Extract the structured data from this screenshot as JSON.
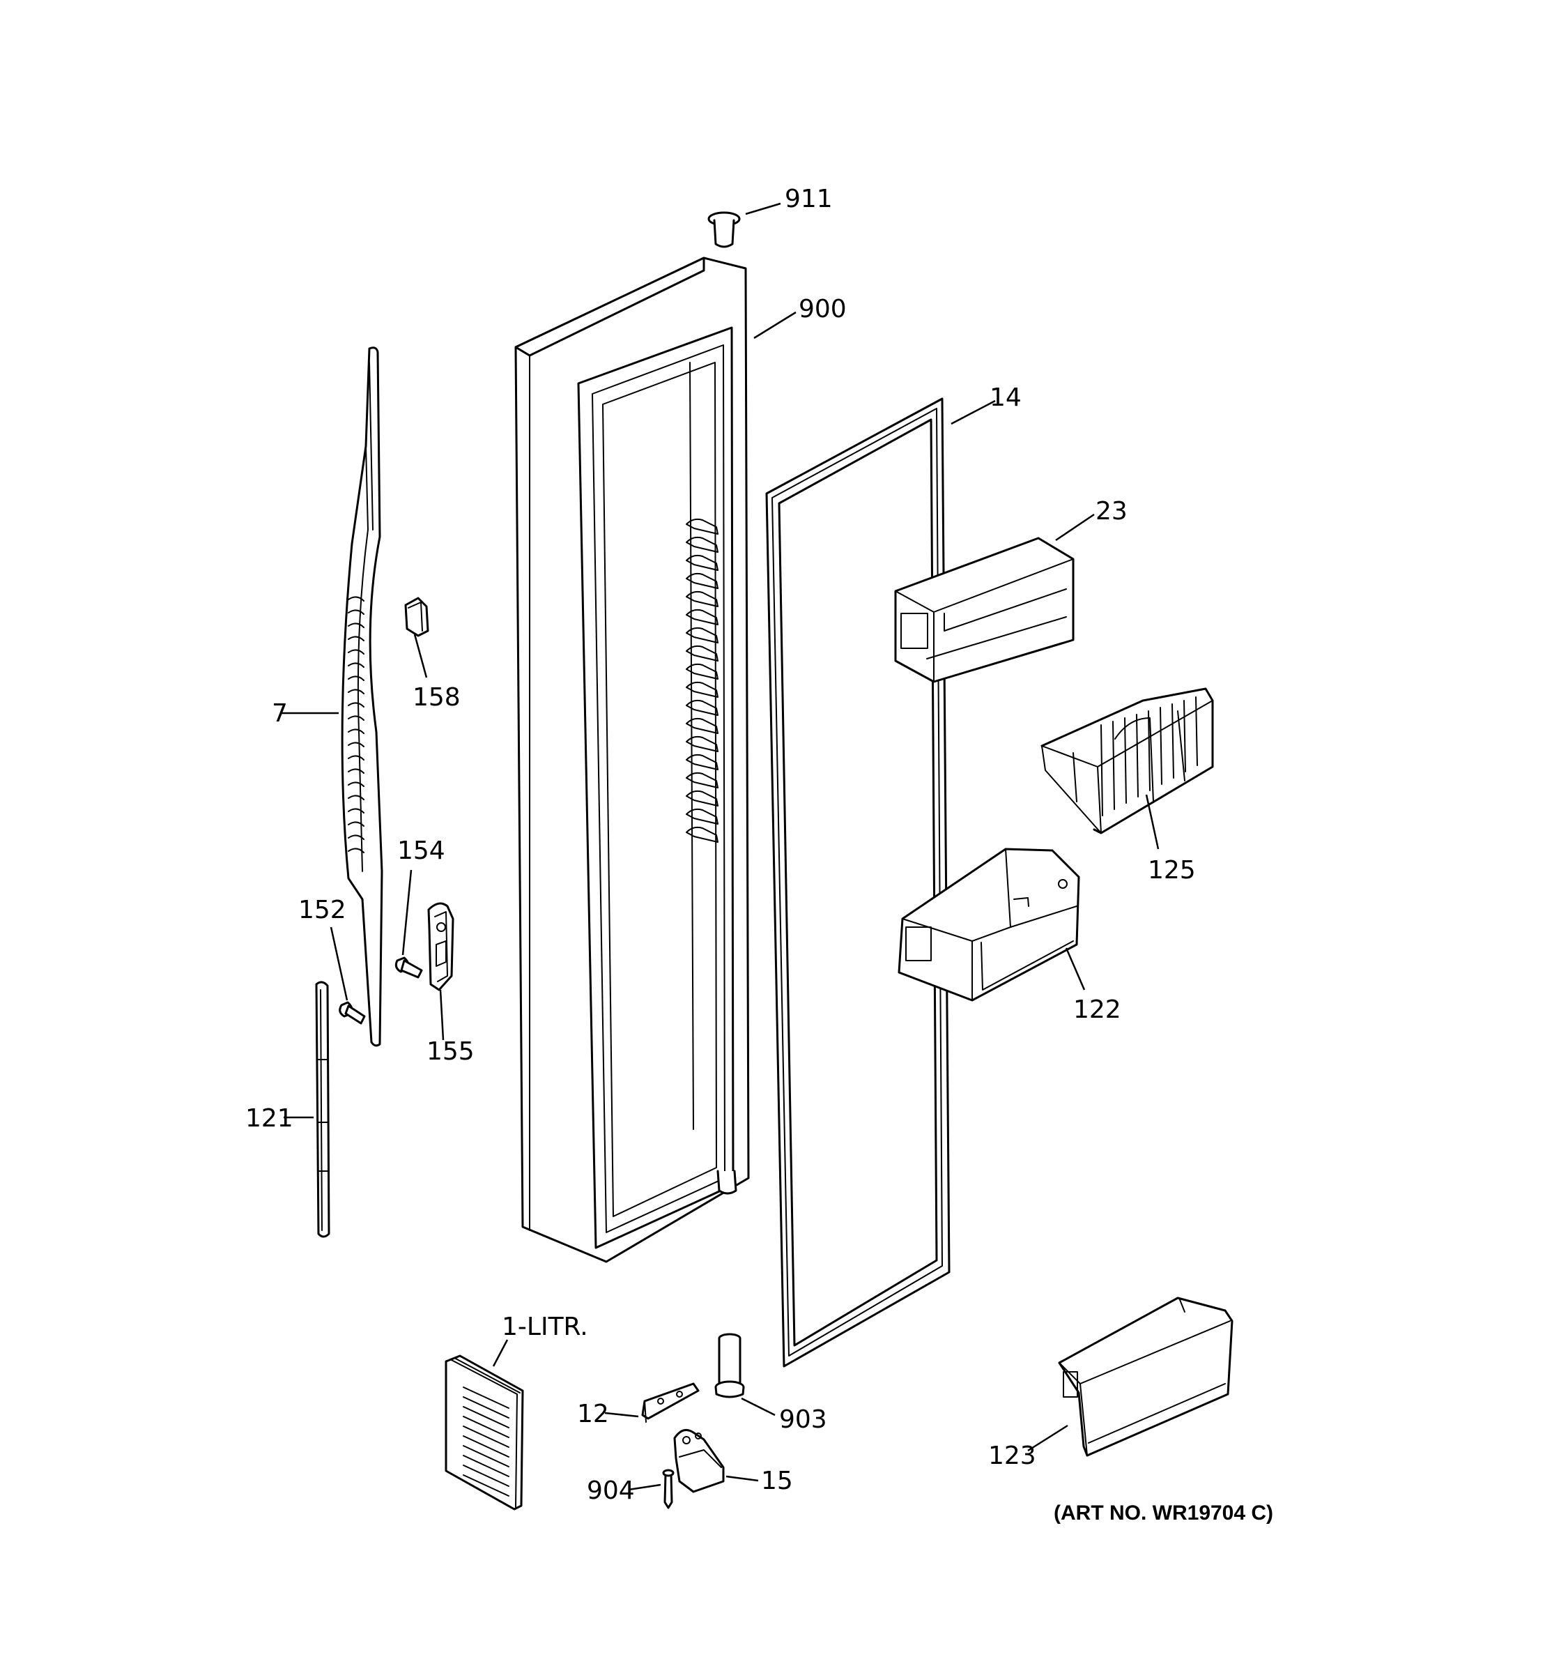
{
  "diagram": {
    "art_number": "(ART NO. WR19704 C)",
    "callouts": {
      "p911": "911",
      "p900": "900",
      "p14": "14",
      "p23": "23",
      "p7": "7",
      "p158": "158",
      "p125": "125",
      "p154": "154",
      "p152": "152",
      "p155": "155",
      "p122": "122",
      "p121": "121",
      "p1litr": "1-LITR.",
      "p12": "12",
      "p903": "903",
      "p904": "904",
      "p15": "15",
      "p123": "123"
    }
  }
}
